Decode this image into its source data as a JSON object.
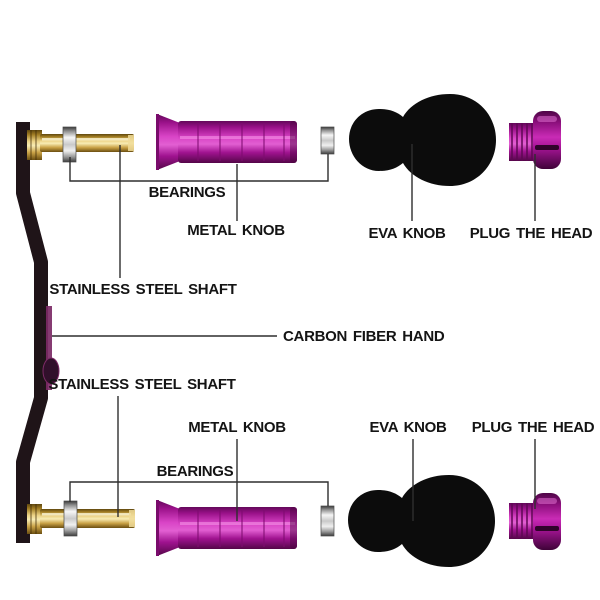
{
  "diagram": {
    "description": "exploded parts diagram of a fishing reel handle",
    "background_color": "#ffffff",
    "top": {
      "bearings": "BEARINGS",
      "metal_knob": "METAL KNOB",
      "eva_knob": "EVA KNOB",
      "plug_the_head": "PLUG THE HEAD",
      "stainless_steel_shaft": "STAINLESS STEEL SHAFT"
    },
    "middle": {
      "carbon_fiber_hand": "CARBON FIBER HAND"
    },
    "bottom": {
      "stainless_steel_shaft": "STAINLESS STEEL SHAFT",
      "metal_knob": "METAL KNOB",
      "eva_knob": "EVA KNOB",
      "plug_the_head": "PLUG THE HEAD",
      "bearings": "BEARINGS"
    },
    "colors": {
      "label_text": "#141414",
      "leader_line": "#2e2e2e",
      "metal_knob_magenta": "#c21cae",
      "plug_magenta": "#a81598",
      "shaft_brass": "#d9b457",
      "bearing_silver": "#d9d9d9",
      "eva_black": "#0c0c0c",
      "handle_black": "#1f1418",
      "hub_purple": "#7c2a66"
    }
  }
}
